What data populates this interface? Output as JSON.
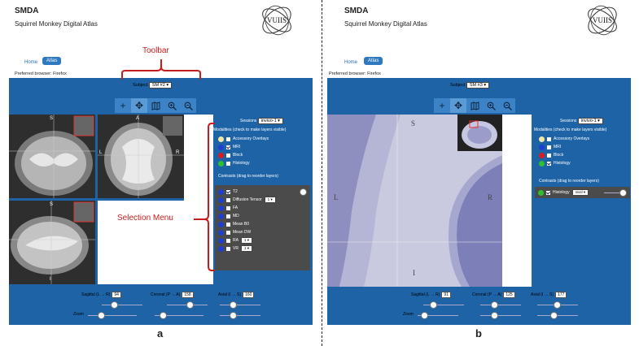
{
  "a": {
    "app_name": "SMDA",
    "app_title": "Squirrel Monkey Digital Atlas",
    "logo_text": "VUIIS",
    "nav": {
      "home": "Home",
      "atlas": "Atlas"
    },
    "preferred_browser": "Preferred browser: Firefox",
    "subject_label": "Subject",
    "subject_value": "SM #2",
    "sessions_label": "Sessions",
    "sessions_value": "invivo-1",
    "modalities_header": "Modalities (check to make layers visible)",
    "modalities": [
      {
        "label": "Accessory Overlays",
        "color": "#f5e6a3",
        "checked": false
      },
      {
        "label": "MRI",
        "color": "#1f3fd1",
        "checked": true
      },
      {
        "label": "Block",
        "color": "#d81e1e",
        "checked": false
      },
      {
        "label": "Histology",
        "color": "#2dc12d",
        "checked": false
      }
    ],
    "contrasts_header": "Contrasts (drag to reorder layers)",
    "contrasts": [
      {
        "label": "T2",
        "checked": true,
        "select": ""
      },
      {
        "label": "Diffusion Tensor",
        "checked": false,
        "select": "1"
      },
      {
        "label": "FA",
        "checked": false,
        "select": ""
      },
      {
        "label": "MD",
        "checked": false,
        "select": ""
      },
      {
        "label": "Mean B0",
        "checked": false,
        "select": ""
      },
      {
        "label": "Mean DW",
        "checked": false,
        "select": ""
      },
      {
        "label": "RA",
        "checked": false,
        "select": "1"
      },
      {
        "label": "VR",
        "checked": false,
        "select": "1"
      }
    ],
    "sliders": {
      "sagittal_label": "Sagittal (L → R)",
      "sagittal_value": "94",
      "coronal_label": "Coronal (P → A)",
      "coronal_value": "158",
      "axial_label": "Axial (I → S)",
      "axial_value": "160",
      "zoom_label": "Zoom"
    },
    "view_letters": {
      "s1": "S",
      "s2": "S",
      "a": "A",
      "l": "L",
      "r": "R",
      "s3": "S",
      "i": "I"
    },
    "annotation_toolbar": "Toolbar",
    "annotation_selection": "Selection Menu",
    "caption": "a"
  },
  "b": {
    "app_name": "SMDA",
    "app_title": "Squirrel Monkey Digital Atlas",
    "logo_text": "VUIIS",
    "nav": {
      "home": "Home",
      "atlas": "Atlas"
    },
    "preferred_browser": "Preferred browser: Firefox",
    "subject_label": "Subject",
    "subject_value": "SM #3",
    "sessions_label": "Sessions",
    "sessions_value": "invivo-1",
    "modalities_header": "Modalities (check to make layers visible)",
    "modalities": [
      {
        "label": "Accessory Overlays",
        "color": "#f5e6a3",
        "checked": false
      },
      {
        "label": "MRI",
        "color": "#1f3fd1",
        "checked": false
      },
      {
        "label": "Block",
        "color": "#d81e1e",
        "checked": false
      },
      {
        "label": "Histology",
        "color": "#2dc12d",
        "checked": true
      }
    ],
    "contrasts_header": "Contrasts (drag to reorder layers)",
    "contrasts": [
      {
        "label": "Histology",
        "checked": true,
        "select": "nissl"
      }
    ],
    "sliders": {
      "sagittal_label": "Sagittal (L → R)",
      "sagittal_value": "91",
      "coronal_label": "Coronal (P → A)",
      "coronal_value": "125",
      "axial_label": "Axial (I → S)",
      "axial_value": "177",
      "zoom_label": "Zoom"
    },
    "view_letters": {
      "s": "S",
      "l": "L",
      "r": "R",
      "i": "I"
    },
    "caption": "b"
  },
  "tool_icons": [
    "plus-icon",
    "move-arrows-icon",
    "atlas-book-icon",
    "zoom-in-icon",
    "zoom-out-icon"
  ],
  "colors": {
    "panel": "#1d63a6",
    "toolbar": "#3b83c6",
    "annotation": "#c81d1d"
  }
}
